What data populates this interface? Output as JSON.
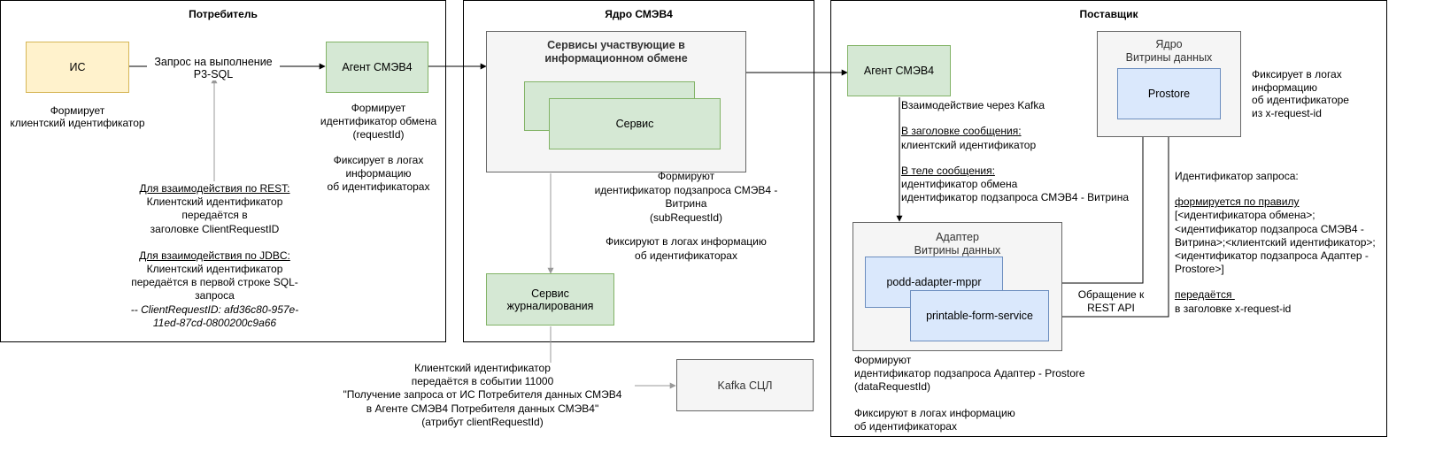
{
  "consumer": {
    "title": "Потребитель",
    "is_box": "ИС",
    "is_note": [
      "Формирует",
      "клиентский идентификатор"
    ],
    "query_label": [
      "Запрос на выполнение",
      "P3-SQL"
    ],
    "agent_box": "Агент СМЭВ4",
    "agent_note": [
      "Формирует",
      "идентификатор обмена",
      "(requestId)",
      "",
      "Фиксирует в логах",
      "информацию",
      "об идентификаторах"
    ],
    "rest_heading": "Для взаимодействия по REST:",
    "rest_lines": [
      "Клиентский идентификатор",
      "передаётся в",
      "заголовке ClientRequestID"
    ],
    "jdbc_heading": "Для взаимодействия по JDBC:",
    "jdbc_lines": [
      "Клиентский идентификатор",
      "передаётся в первой строке SQL-",
      "запроса"
    ],
    "jdbc_example": [
      "-- ClientRequestID: afd36c80-957e-",
      "11ed-87cd-0800200c9a66"
    ]
  },
  "core": {
    "title": "Ядро СМЭВ4",
    "services_group": [
      "Сервисы участвующие в",
      "информационном обмене"
    ],
    "service_box": "Сервис",
    "services_note": [
      "Формируют",
      "идентификатор подзапроса СМЭВ4 -",
      "Витрина",
      "(subRequestId)",
      "",
      "Фиксируют в логах информацию",
      "об идентификаторах"
    ],
    "journal_box": [
      "Сервис",
      "журналирования"
    ]
  },
  "journal_note": [
    "Клиентский идентификатор",
    "передаётся в событии 11000",
    "\"Получение запроса от ИС Потребителя данных СМЭВ4",
    "в Агенте СМЭВ4 Потребителя данных СМЭВ4\"",
    "(атрибут clientRequestId)"
  ],
  "kafka_box": "Kafka СЦЛ",
  "provider": {
    "title": "Поставщик",
    "agent_box": "Агент СМЭВ4",
    "kafka_heading": "Взаимодействие через Kafka",
    "header_heading": "В заголовке сообщения:",
    "header_line": "клиентский идентификатор",
    "body_heading": "В теле сообщения:",
    "body_lines": [
      "идентификатор обмена",
      "идентификатор подзапроса СМЭВ4 - Витрина"
    ],
    "core_group": [
      "Ядро",
      "Витрины данных"
    ],
    "prostore_box": "Prostore",
    "core_note": [
      "Фиксирует в логах",
      "информацию",
      "об идентификаторе",
      "из x-request-id"
    ],
    "adapter_group": [
      "Адаптер",
      "Витрины данных"
    ],
    "podd_box": "podd-adapter-mppr",
    "printable_box": "printable-form-service",
    "rest_api_label": [
      "Обращение к",
      "REST API"
    ],
    "reqid_title": "Идентификатор запроса:",
    "reqid_rule_heading": "формируется по правилу",
    "reqid_rule_lines": [
      "[<идентификатора обмена>;",
      "<идентификатор подзапроса СМЭВ4 -",
      "Витрина>;<клиентский идентификатор>;",
      "<идентификатор подзапроса Адаптер -",
      "Prostore>]"
    ],
    "reqid_pass_heading": "передаётся ",
    "reqid_pass_line": "в заголовке x-request-id",
    "adapter_note": [
      "Формируют",
      "идентификатор подзапроса Адаптер - Prostore",
      "(dataRequestId)",
      "",
      "Фиксируют в логах информацию",
      "об идентификаторах"
    ]
  },
  "colors": {
    "yellow_fill": "#fff2cc",
    "yellow_stroke": "#d6b656",
    "green_fill": "#d5e8d4",
    "green_stroke": "#82b366",
    "blue_fill": "#dae8fc",
    "blue_stroke": "#6c8ebf",
    "grey_fill": "#f5f5f5",
    "grey_stroke": "#666666"
  }
}
